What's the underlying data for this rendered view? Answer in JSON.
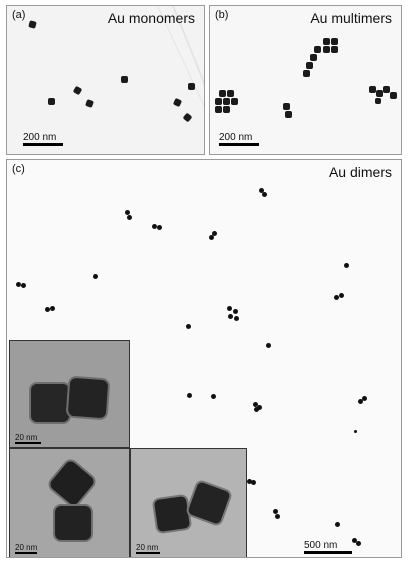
{
  "panel_a": {
    "tag": "(a)",
    "title": "Au monomers",
    "scale": "200 nm"
  },
  "panel_b": {
    "tag": "(b)",
    "title": "Au multimers",
    "scale": "200 nm"
  },
  "panel_c": {
    "tag": "(c)",
    "title": "Au dimers",
    "scale": "500 nm",
    "insets": [
      {
        "scale": "20 nm"
      },
      {
        "scale": "20 nm"
      },
      {
        "scale": "20 nm"
      }
    ]
  }
}
